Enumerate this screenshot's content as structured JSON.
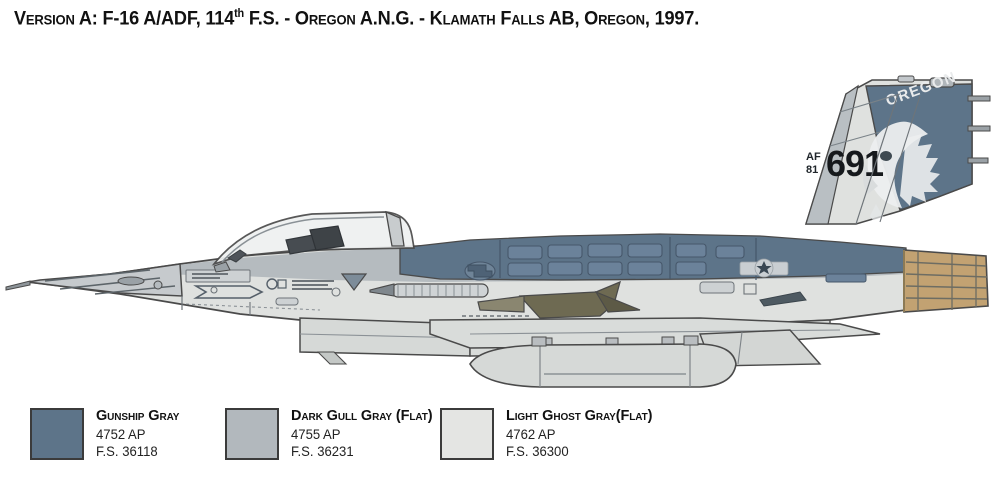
{
  "title": {
    "prefix": "Version A: F-16 A/ADF,  114",
    "superscript": "th",
    "suffix": " F.S. - Oregon A.N.G. - Klamath Falls AB, Oregon, 1997."
  },
  "aircraft": {
    "type": "F-16 A/ADF",
    "squadron": "114th F.S.",
    "unit": "Oregon A.N.G.",
    "base": "Klamath Falls AB, Oregon",
    "year": "1997",
    "view": "left side profile",
    "markings": {
      "tail_unit_text": "OREGON",
      "tail_code_prefix": "AF",
      "tail_code_year": "81",
      "tail_number": "691",
      "tail_art": "eagle-head",
      "national_insignia": "usaf-star-and-bar"
    },
    "colors": {
      "gunship_gray": "#5d7489",
      "gunship_gray_dark": "#4e6276",
      "dark_gull_gray": "#aeb4b9",
      "dark_gull_gray_alt": "#b9bfc3",
      "light_ghost_gray": "#dfe1df",
      "light_ghost_gray_alt": "#d5d8d6",
      "outline": "#4a4a4a",
      "panel_line": "#6e7479",
      "canopy": "#e8eaea",
      "seat_dark": "#3e4246",
      "exhaust_tan": "#c2a272",
      "exhaust_dark": "#6d6d63",
      "accent_red": "#d8333f",
      "insignia_gray": "#c9ced2"
    }
  },
  "legend": {
    "items": [
      {
        "name": "Gunship Gray",
        "code": "4752 AP",
        "fs": "F.S. 36118",
        "swatch": "#5d7489"
      },
      {
        "name": "Dark Gull Gray (Flat)",
        "code": "4755 AP",
        "fs": "F.S. 36231",
        "swatch": "#b2b8bd"
      },
      {
        "name": "Light Ghost Gray(Flat)",
        "code": "4762 AP",
        "fs": "F.S. 36300",
        "swatch": "#e4e5e3"
      }
    ]
  }
}
